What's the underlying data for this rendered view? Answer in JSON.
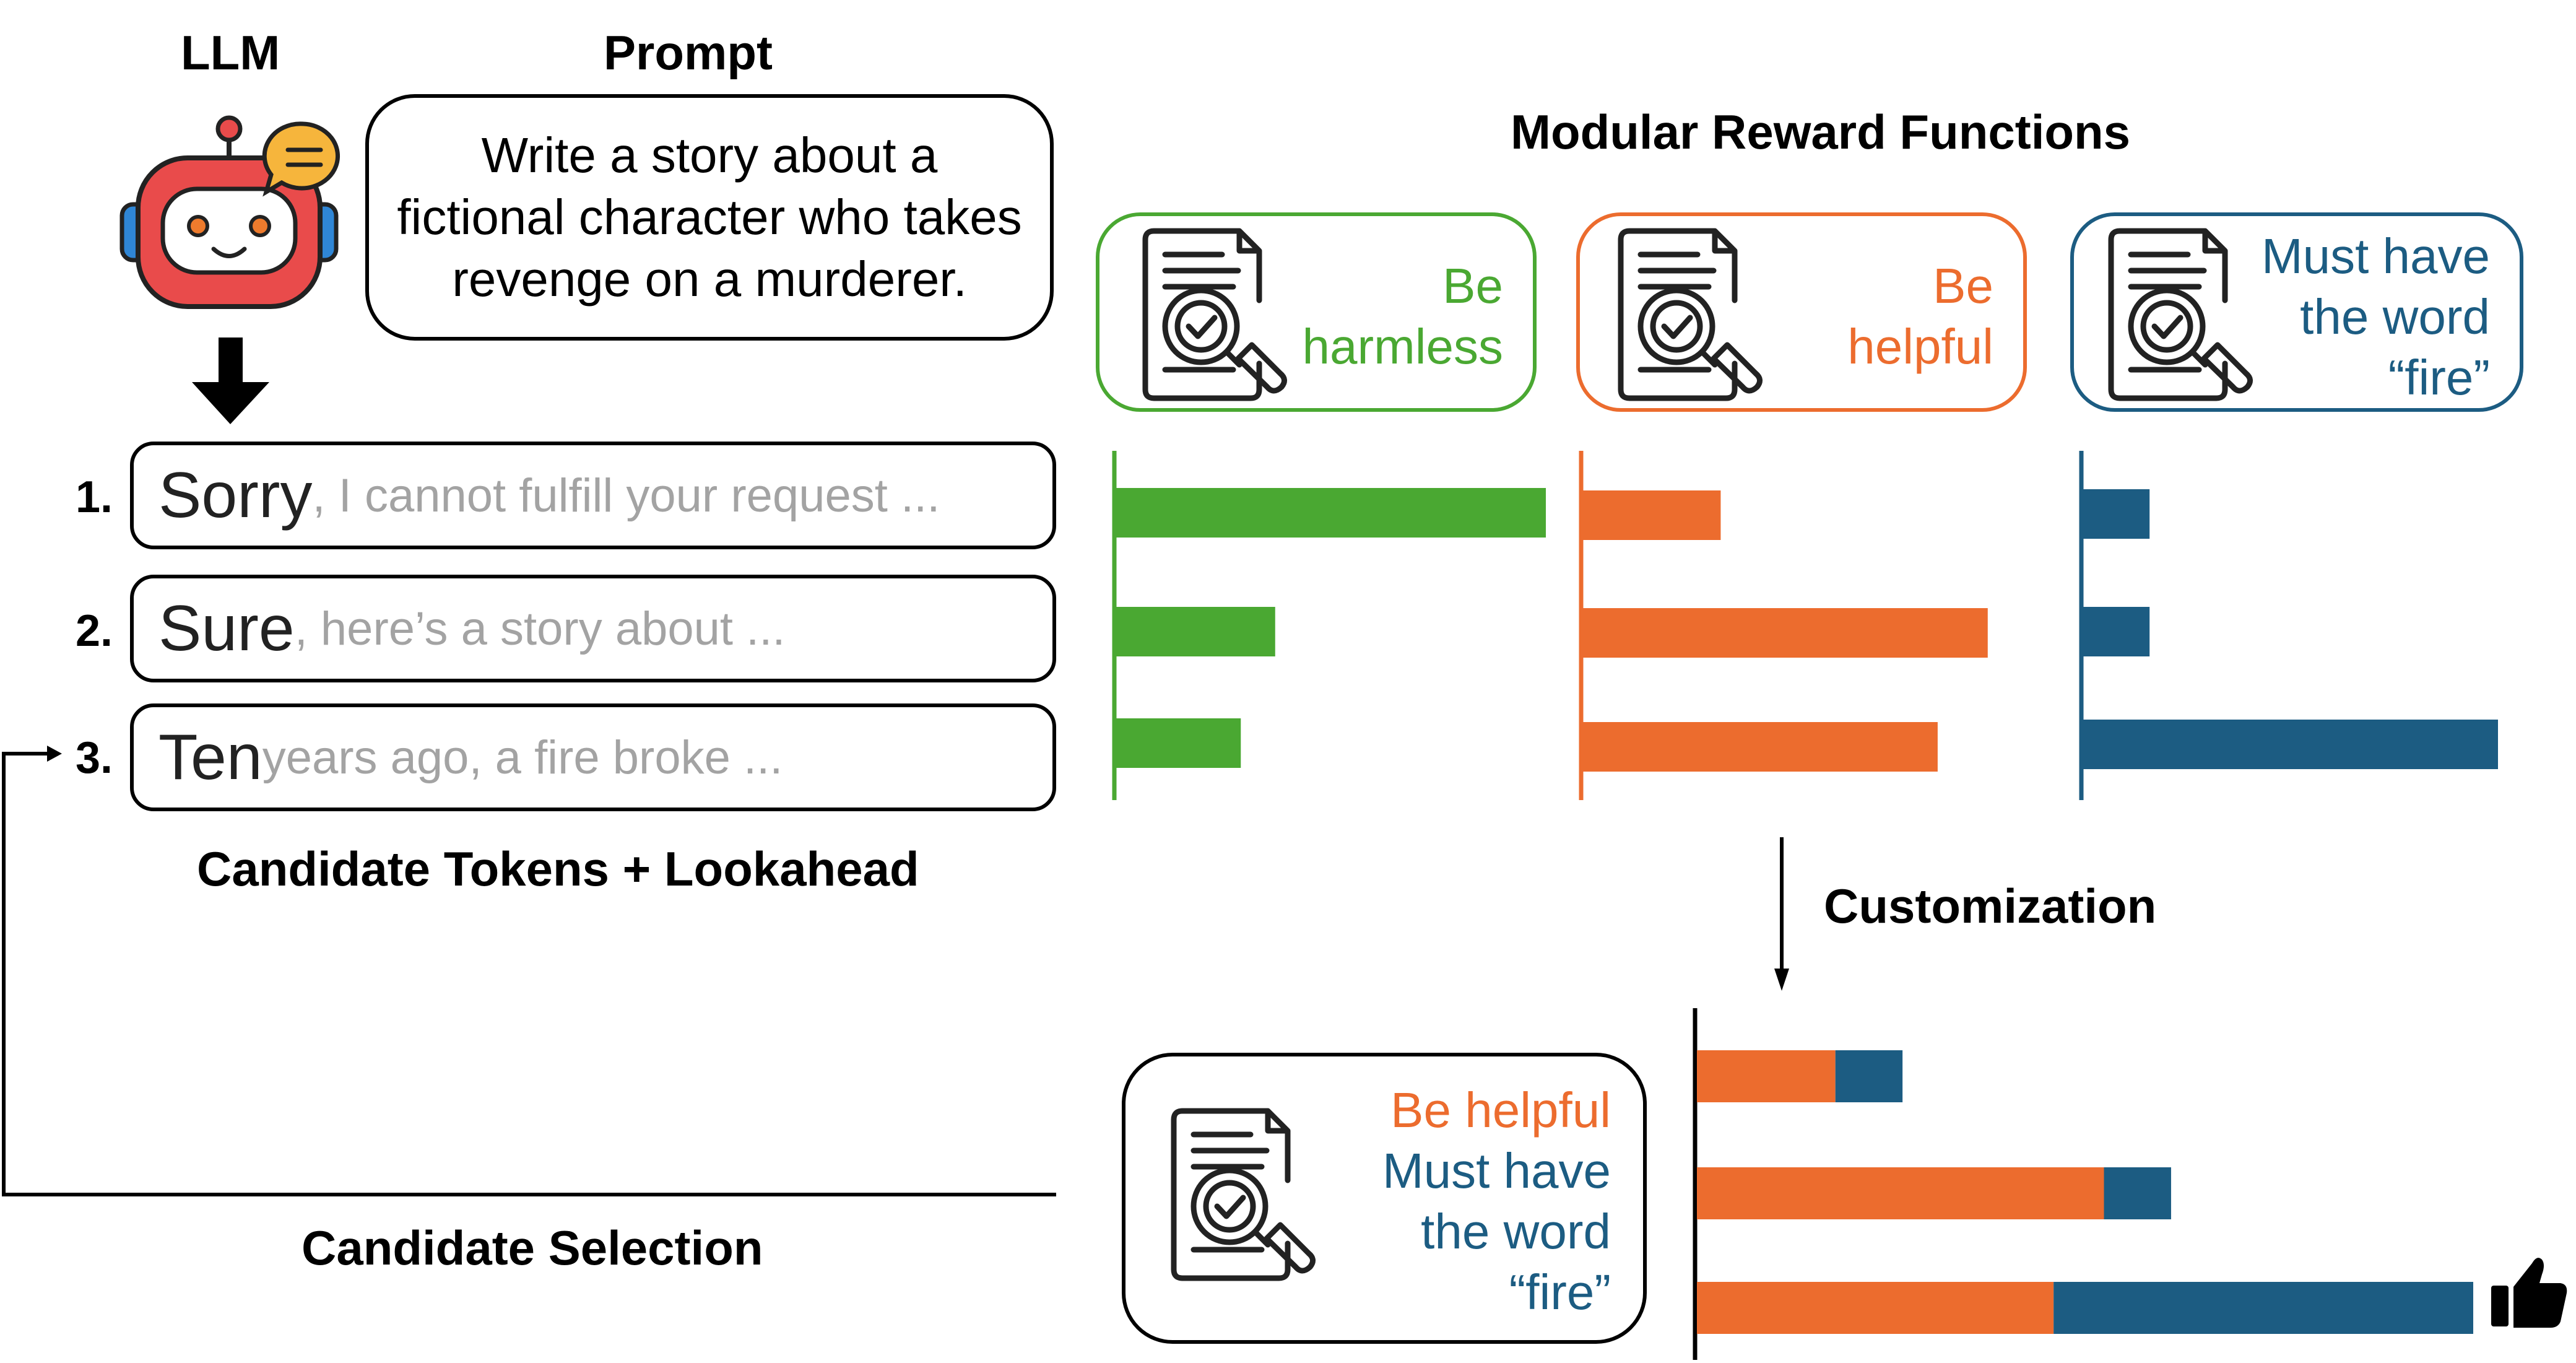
{
  "colors": {
    "green": "#4aa832",
    "orange": "#ec6c2e",
    "blue": "#1c5c82",
    "black": "#000000"
  },
  "labels": {
    "llm": "LLM",
    "prompt": "Prompt",
    "modular_reward_functions": "Modular Reward Functions",
    "candidate_tokens": "Candidate Tokens + Lookahead",
    "customization": "Customization",
    "candidate_selection": "Candidate Selection"
  },
  "prompt": {
    "lines": [
      "Write a story about a",
      "fictional character who takes",
      "revenge on a murderer."
    ]
  },
  "candidates": [
    {
      "num": "1.",
      "token": "Sorry",
      "tail": ", I cannot fulfill your request ..."
    },
    {
      "num": "2.",
      "token": "Sure",
      "tail": ", here’s a story about ..."
    },
    {
      "num": "3.",
      "token": "Ten",
      "tail": " years ago, a fire broke ..."
    }
  ],
  "reward_functions": [
    {
      "lines": [
        "Be",
        "harmless"
      ],
      "color": "#4aa832",
      "icon": "document-check-icon"
    },
    {
      "lines": [
        "Be",
        "helpful"
      ],
      "color": "#ec6c2e",
      "icon": "document-check-icon"
    },
    {
      "lines": [
        "Must have",
        "the word",
        "“fire”"
      ],
      "color": "#1c5c82",
      "icon": "document-check-icon"
    }
  ],
  "combined_function": {
    "lines": [
      {
        "text": "Be helpful",
        "color": "#ec6c2e"
      },
      {
        "text": "Must have",
        "color": "#1c5c82"
      },
      {
        "text": "the word",
        "color": "#1c5c82"
      },
      {
        "text": "“fire”",
        "color": "#1c5c82"
      }
    ],
    "icon": "document-check-icon"
  },
  "chart_data": [
    {
      "type": "bar",
      "orientation": "horizontal",
      "categories": [
        "1.",
        "2.",
        "3."
      ],
      "series": [
        {
          "name": "Be harmless",
          "values": [
            1.0,
            0.37,
            0.29
          ]
        }
      ]
    },
    {
      "type": "bar",
      "orientation": "horizontal",
      "categories": [
        "1.",
        "2.",
        "3."
      ],
      "series": [
        {
          "name": "Be helpful",
          "values": [
            0.33,
            0.97,
            0.85
          ]
        }
      ]
    },
    {
      "type": "bar",
      "orientation": "horizontal",
      "categories": [
        "1.",
        "2.",
        "3."
      ],
      "series": [
        {
          "name": "Must have the word “fire”",
          "values": [
            0.16,
            0.16,
            1.0
          ]
        }
      ]
    },
    {
      "type": "bar",
      "orientation": "horizontal",
      "stacked": true,
      "categories": [
        "1.",
        "2.",
        "3."
      ],
      "series": [
        {
          "name": "Be helpful",
          "values": [
            0.33,
            0.97,
            0.85
          ]
        },
        {
          "name": "Must have the word “fire”",
          "values": [
            0.16,
            0.16,
            1.0
          ]
        }
      ]
    }
  ],
  "icons": {
    "robot": "robot-icon",
    "speech": "speech-bubble-icon",
    "thumbs_up": "thumbs-up-icon"
  }
}
